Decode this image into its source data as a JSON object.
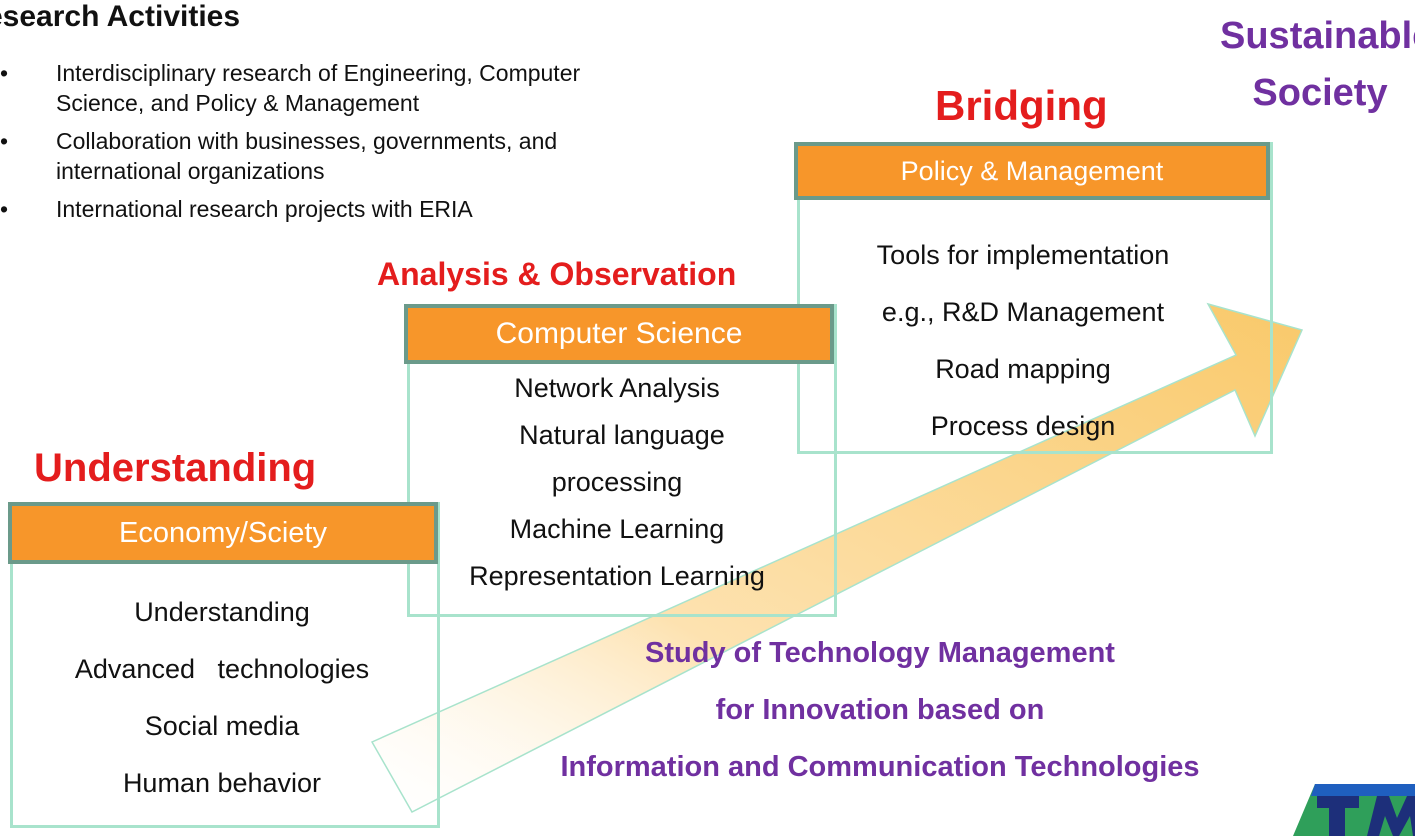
{
  "heading": "esearch Activities",
  "bullets": [
    {
      "line1": "Interdisciplinary research of Engineering, Computer",
      "line2": "Science, and Policy & Management"
    },
    {
      "line1": "Collaboration with businesses, governments, and",
      "line2": "international organizations"
    },
    {
      "line1": "International research projects with  ERIA",
      "line2": ""
    }
  ],
  "bullet_char": "•",
  "goal": {
    "line1": "Sustainable",
    "line2": "Society"
  },
  "stages": {
    "bridging": {
      "label": "Bridging",
      "header": "Policy & Management",
      "items": [
        "Tools for implementation",
        "e.g., R&D Management",
        "Road mapping",
        "Process design"
      ]
    },
    "analysis": {
      "label": "Analysis & Observation",
      "header": "Computer Science",
      "items": [
        "Network Analysis",
        "Natural language",
        "processing",
        "Machine Learning",
        "Representation Learning"
      ]
    },
    "understanding": {
      "label": "Understanding",
      "header": "Economy/Sciety",
      "items": [
        "Understanding",
        "Advanced   technologies",
        "Social media",
        "Human behavior"
      ]
    }
  },
  "summary": {
    "line1": "Study of Technology Management",
    "line2": "for Innovation based on",
    "line3": "Information and Communication Technologies"
  },
  "colors": {
    "red_label": "#e41d1d",
    "purple": "#7030a0",
    "orange_header": "#f7962a",
    "header_border": "#6b9a8a",
    "box_outline": "#a8e3cc",
    "arrow_fill": "#fbd38a"
  },
  "logo_icon": "tm-logo-icon"
}
